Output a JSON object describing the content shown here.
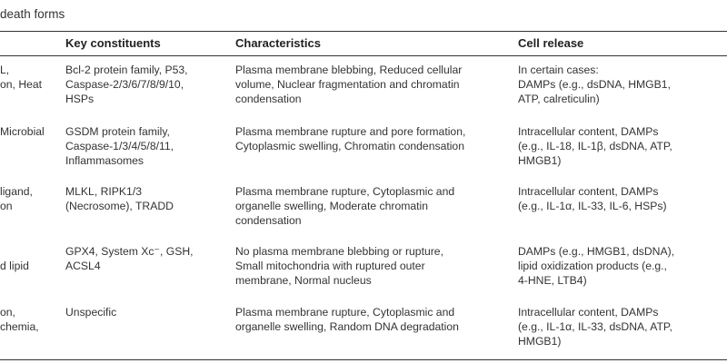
{
  "caption": "death forms",
  "headers": {
    "key_constituents": "Key constituents",
    "characteristics": "Characteristics",
    "cell_release": "Cell release"
  },
  "rows": [
    {
      "trigger": "L,\non, Heat",
      "key_constituents": "Bcl-2 protein family, P53,\nCaspase-2/3/6/7/8/9/10,\nHSPs",
      "characteristics": "Plasma membrane blebbing, Reduced cellular\nvolume, Nuclear fragmentation and chromatin\ncondensation",
      "cell_release": "In certain cases:\nDAMPs (e.g., dsDNA, HMGB1,\nATP, calreticulin)"
    },
    {
      "trigger": "Microbial",
      "key_constituents": "GSDM protein family,\nCaspase-1/3/4/5/8/11,\nInflammasomes",
      "characteristics": "Plasma membrane rupture and pore formation,\nCytoplasmic swelling, Chromatin condensation",
      "cell_release": "Intracellular content, DAMPs\n(e.g., IL-18, IL-1β, dsDNA, ATP,\nHMGB1)"
    },
    {
      "trigger": "ligand,\non",
      "key_constituents": "MLKL, RIPK1/3\n(Necrosome), TRADD",
      "characteristics": "Plasma membrane rupture, Cytoplasmic and\norganelle swelling, Moderate chromatin\ncondensation",
      "cell_release": "Intracellular content, DAMPs\n(e.g., IL-1α, IL-33, IL-6, HSPs)"
    },
    {
      "trigger": "\nd lipid",
      "key_constituents": "GPX4, System Xc⁻, GSH,\nACSL4",
      "characteristics": "No plasma membrane blebbing or rupture,\nSmall mitochondria with ruptured outer\nmembrane, Normal nucleus",
      "cell_release": "DAMPs (e.g., HMGB1, dsDNA),\nlipid oxidization products (e.g.,\n4-HNE, LTB4)"
    },
    {
      "trigger": "on,\nchemia,",
      "key_constituents": "Unspecific",
      "characteristics": "Plasma membrane rupture, Cytoplasmic and\norganelle swelling, Random DNA degradation",
      "cell_release": "Intracellular content, DAMPs\n(e.g., IL-1α, IL-33, dsDNA, ATP,\nHMGB1)"
    }
  ]
}
